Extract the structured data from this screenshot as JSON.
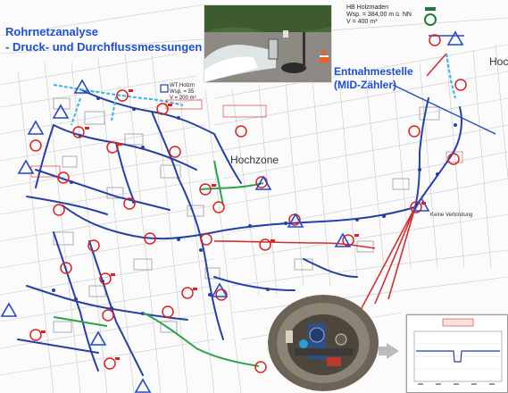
{
  "title": {
    "line1": "Rohrnetzanalyse",
    "line2": "- Druck- und Durchflussmessungen"
  },
  "callout": {
    "line1": "Entnahmestelle",
    "line2": "(MID-Zähler)"
  },
  "zones": {
    "hochzone": "Hochzone",
    "right_cut": "Hoc"
  },
  "hb_label": {
    "line1": "HB Holzmaden",
    "line2": "Wsp. = 384,00 m ü. NN",
    "line3": "V = 400 m³"
  },
  "wt_label": {
    "line1": "WT Holzm",
    "line2": "Wsp. = 35",
    "line3": "V = 200 m³"
  },
  "small_labels": {
    "verbindung": "Keine Verbindung"
  },
  "colors": {
    "title": "#1d4fd8",
    "pipe_main": "#2540a8",
    "pipe_red": "#d23030",
    "pipe_cyan": "#36b6e0",
    "pipe_green": "#2fa34a",
    "measure_circle": "#e02020",
    "measure_triangle": "#2448c8"
  },
  "icons": {
    "measure_point": "red-circle-measure-icon",
    "pressure_point": "blue-triangle-pressure-icon",
    "flow_arrow": "grey-arrow-icon"
  }
}
